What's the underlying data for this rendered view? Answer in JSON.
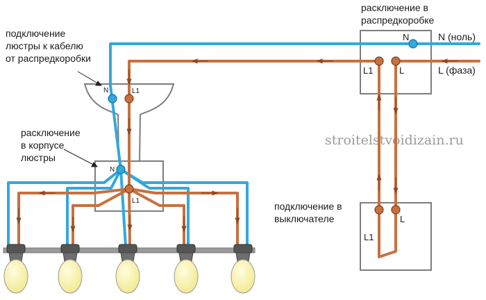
{
  "labels": {
    "chandelier_line1": "подключение",
    "chandelier_line2": "люстры к кабелю",
    "chandelier_line3": "от распредкоробки",
    "housing_line1": "расключение",
    "housing_line2": "в корпусе",
    "housing_line3": "люстры",
    "junction_line1": "расключение в",
    "junction_line2": "распредкоробке",
    "switch_line1": "подключение в",
    "switch_line2": "выключателе",
    "neutral_wire": "N (ноль)",
    "phase_wire": "L (фаза)"
  },
  "terminals": {
    "canopy_n": "N",
    "canopy_l1": "L1",
    "housing_n": "N",
    "housing_l1": "L1",
    "junction_n": "N",
    "junction_l1": "L1",
    "junction_l": "L",
    "switch_l1": "L1",
    "switch_l": "L"
  },
  "watermark": "stroitelstvoidizain.ru",
  "colors": {
    "neutral": "#33a8dc",
    "phase": "#c8703e",
    "phase_dark": "#8a4a28",
    "box": "#7d7d7d",
    "lamp": "#fbf4b0"
  }
}
